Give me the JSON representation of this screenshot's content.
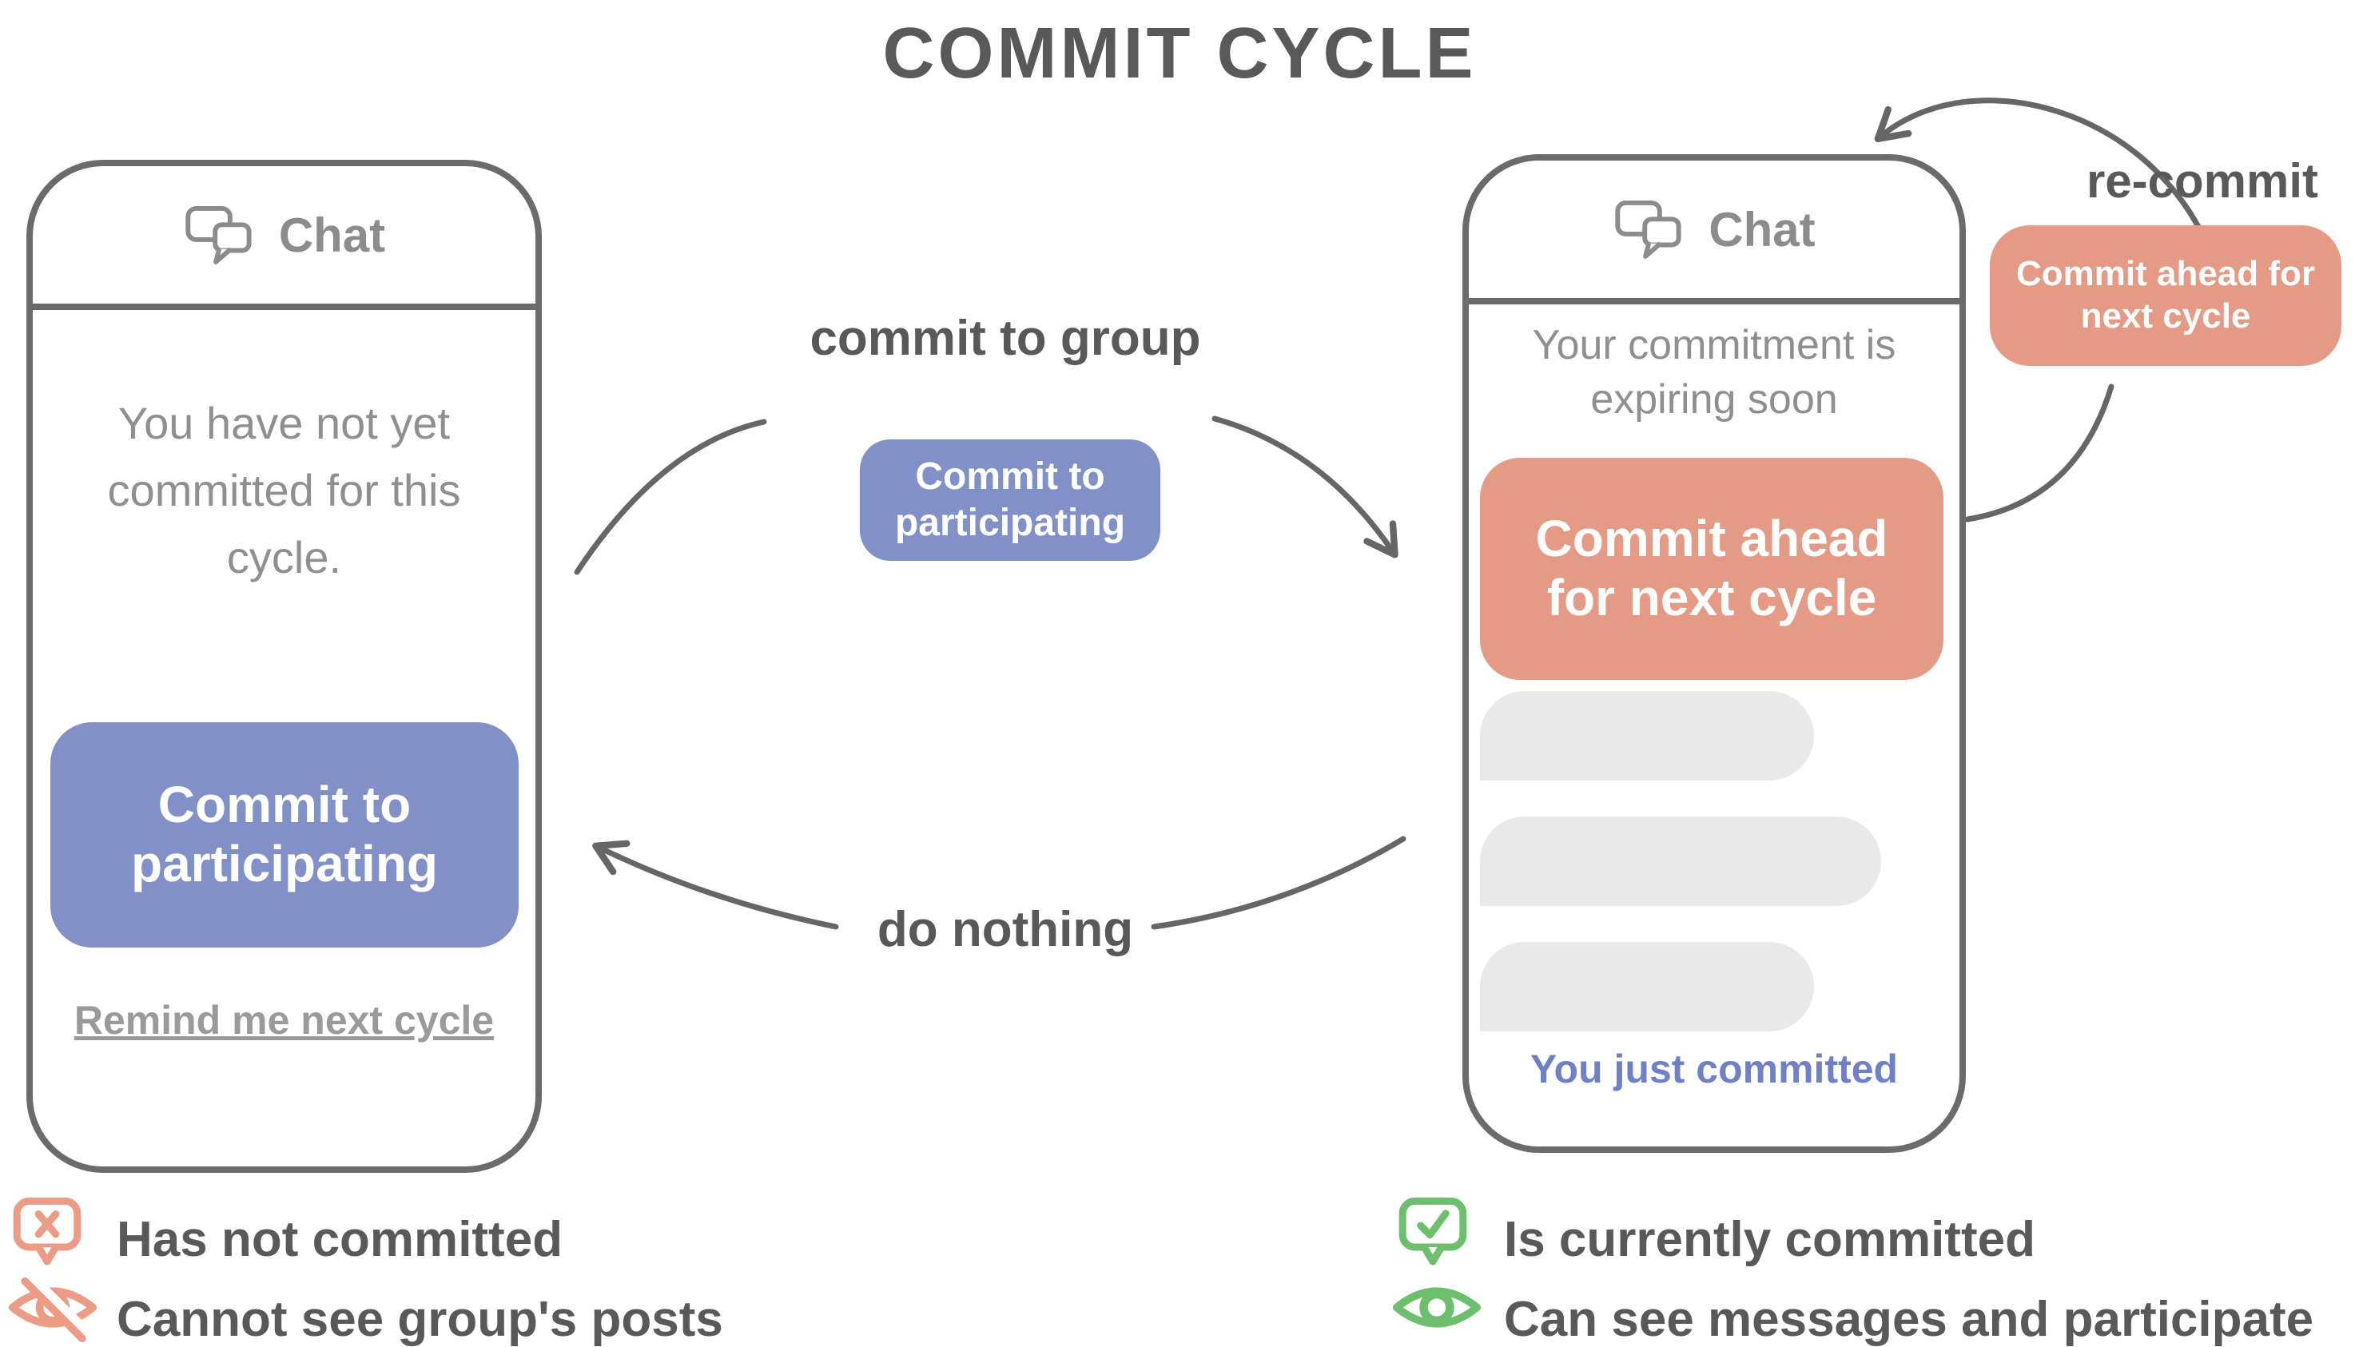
{
  "title": "COMMIT CYCLE",
  "colors": {
    "accent_blue": "#8290c8",
    "accent_salmon": "#e59a85",
    "legend_salmon": "#ec9b84",
    "legend_green": "#6cbf6c",
    "arrow_gray": "#666666",
    "text_dark_gray": "#595959",
    "text_mid_gray": "#8f8f8f",
    "phone_border": "#6b6b6b",
    "status_blue": "#7080c6"
  },
  "left_phone": {
    "header": "Chat",
    "body": "You have not yet committed for this cycle.",
    "commit_button": "Commit to participating",
    "remind_link": "Remind me next cycle"
  },
  "right_phone": {
    "header": "Chat",
    "body": "Your commitment is expiring soon",
    "commit_ahead_button": "Commit ahead for next cycle",
    "status": "You just committed"
  },
  "flows": {
    "top_label": "commit to group",
    "top_button": "Commit to participating",
    "bottom_label": "do nothing",
    "recommit_label": "re-commit",
    "recommit_button": "Commit ahead for next cycle"
  },
  "legend": {
    "items": [
      {
        "icon": "bubble-x-icon",
        "label": "Has not committed"
      },
      {
        "icon": "eye-off-icon",
        "label": "Cannot see group's posts"
      },
      {
        "icon": "bubble-check-icon",
        "label": "Is currently committed"
      },
      {
        "icon": "eye-icon",
        "label": "Can see messages and participate"
      }
    ]
  }
}
